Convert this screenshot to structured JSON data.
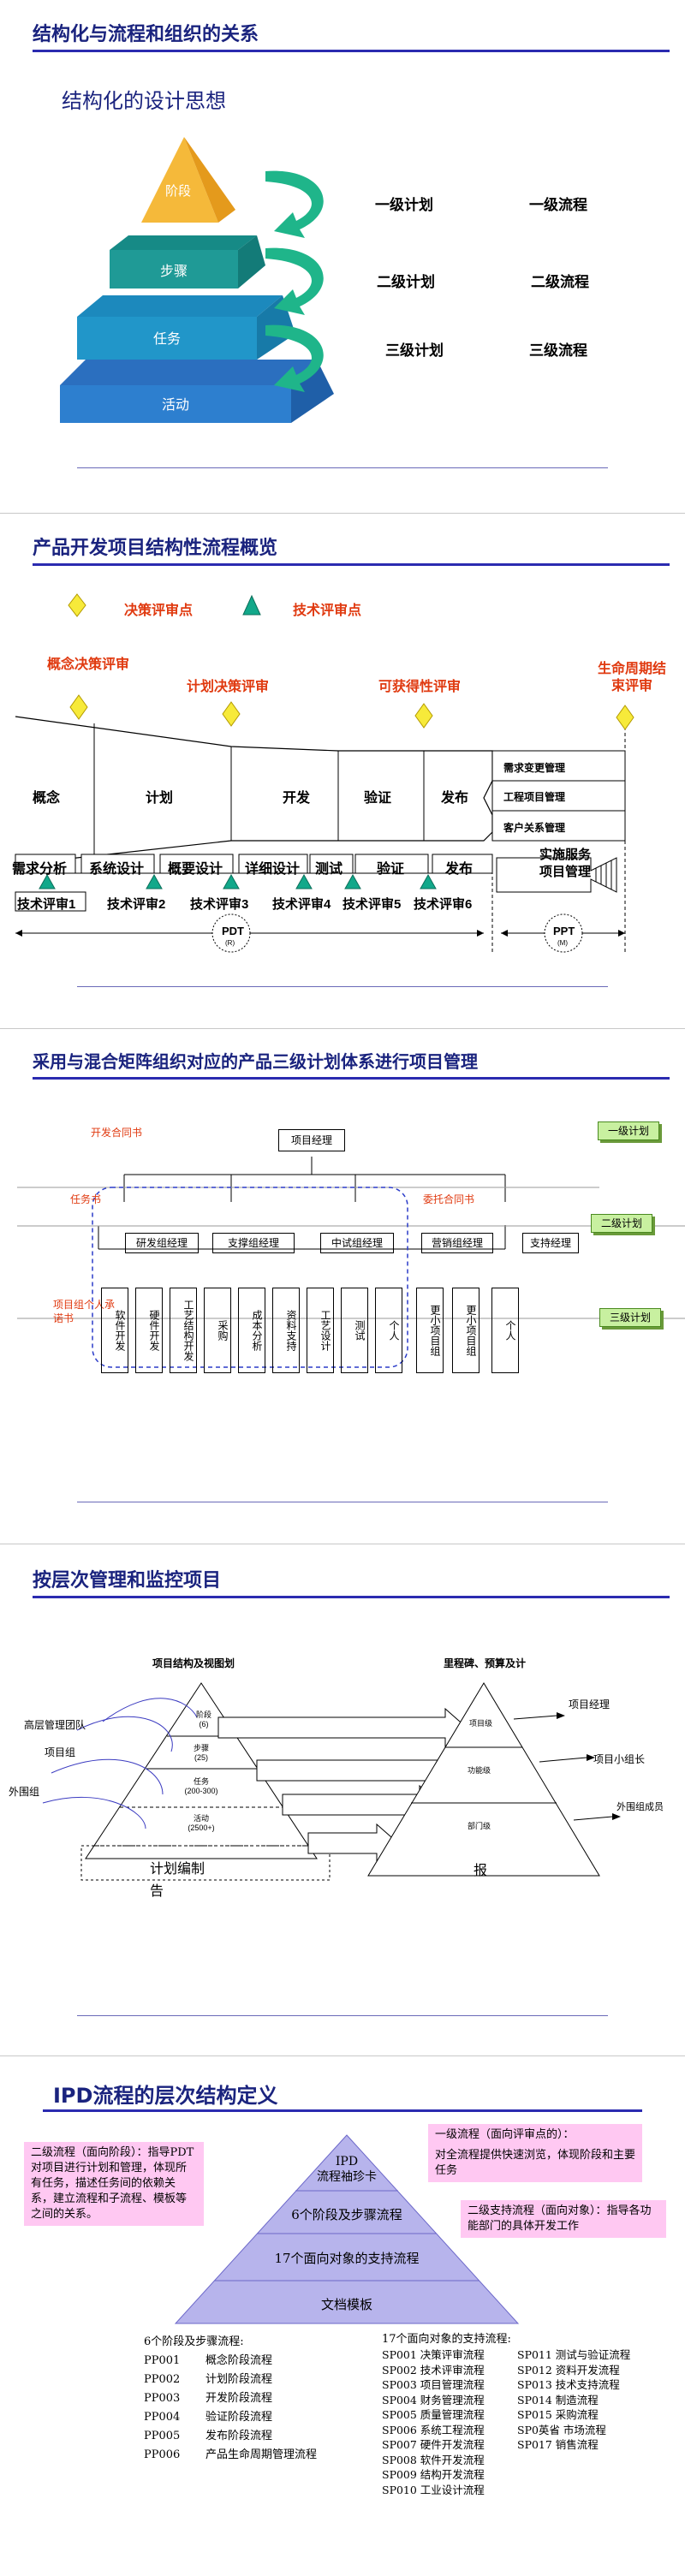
{
  "slide1": {
    "title": "结构化与流程和组织的关系",
    "subtitle": "结构化的设计思想",
    "levels": [
      {
        "label": "阶段",
        "color": "#f5b93a"
      },
      {
        "label": "步骤",
        "color": "#1f9a96"
      },
      {
        "label": "任务",
        "color": "#2196c9"
      },
      {
        "label": "活动",
        "color": "#2d7fcf"
      }
    ],
    "plans": [
      "一级计划",
      "二级计划",
      "三级计划"
    ],
    "flows": [
      "一级流程",
      "二级流程",
      "三级流程"
    ]
  },
  "slide2": {
    "title": "产品开发项目结构性流程概览",
    "legend_decision": "决策评审点",
    "legend_tech": "技术评审点",
    "reviews": [
      "概念决策评审",
      "计划决策评审",
      "可获得性评审",
      "生命周期结束评审"
    ],
    "phases": [
      "概念",
      "计划",
      "开发",
      "验证",
      "发布"
    ],
    "side_items": [
      "需求变更管理",
      "工程项目管理",
      "客户关系管理"
    ],
    "steps": [
      "需求分析",
      "系统设计",
      "概要设计",
      "详细设计",
      "测试",
      "验证",
      "发布"
    ],
    "tech_reviews": [
      "技术评审1",
      "技术评审2",
      "技术评审3",
      "技术评审4",
      "技术评审5",
      "技术评审6"
    ],
    "service": "实施服务\n项目管理",
    "pdt": "PDT",
    "pdt_sub": "(R)",
    "ppt": "PPT",
    "ppt_sub": "(M)"
  },
  "slide3": {
    "title": "采用与混合矩阵组织对应的产品三级计划体系进行项目管理",
    "pm": "项目经理",
    "contract_dev": "开发合同书",
    "task_book": "任务书",
    "contract_entrust": "委托合同书",
    "group_contract": "项目组个人承诺书",
    "managers": [
      "研发组经理",
      "支撑组经理",
      "中试组经理",
      "营销组经理",
      "支持经理"
    ],
    "members": [
      "软件开发",
      "硬件开发",
      "工艺结构开发",
      "采购",
      "成本分析",
      "资料支持",
      "工艺设计",
      "测试",
      "个人",
      "更小项目组",
      "更小项目组",
      "个人"
    ],
    "plans": [
      "一级计划",
      "二级计划",
      "三级计划"
    ]
  },
  "slide4": {
    "title": "按层次管理和监控项目",
    "left_heading": "项目结构及视图划",
    "left_levels": [
      {
        "name": "阶段",
        "count": "(6)"
      },
      {
        "name": "步骤",
        "count": "(25)"
      },
      {
        "name": "任务",
        "count": "(200-300)"
      },
      {
        "name": "活动",
        "count": "(2500+)"
      }
    ],
    "left_roles": [
      "高层管理团队",
      "项目组",
      "外围组"
    ],
    "left_caption": "计划编制\n告",
    "right_heading": "里程碑、预算及计",
    "right_levels": [
      "项目级",
      "功能级",
      "部门级"
    ],
    "right_roles": [
      "项目经理",
      "项目小组长",
      "外围组成员"
    ],
    "right_caption": "报"
  },
  "slide5": {
    "title": "IPD流程的层次结构定义",
    "pyramid": [
      "IPD\n流程袖珍卡",
      "6个阶段及步骤流程",
      "17个面向对象的支持流程",
      "文档模板"
    ],
    "note_left": "二级流程（面向阶段）：指导PDT对项目进行计划和管理，体现所有任务，描述任务间的依赖关系，建立流程和子流程、模板等之间的关系。",
    "note_top_title": "一级流程（面向评审点的）：",
    "note_top_body": "对全流程提供快速浏览，体现阶段和主要任务",
    "note_right": "二级支持流程（面向对象）：指导各功能部门的具体开发工作",
    "list_left_heading": "6个阶段及步骤流程:",
    "list_left": [
      {
        "code": "PP001",
        "name": "概念阶段流程"
      },
      {
        "code": "PP002",
        "name": "计划阶段流程"
      },
      {
        "code": "PP003",
        "name": "开发阶段流程"
      },
      {
        "code": "PP004",
        "name": "验证阶段流程"
      },
      {
        "code": "PP005",
        "name": "发布阶段流程"
      },
      {
        "code": "PP006",
        "name": "产品生命周期管理流程"
      }
    ],
    "list_right_heading": "17个面向对象的支持流程:",
    "list_right": [
      "SP001  决策评审流程",
      "SP011  测试与验证流程",
      "SP002  技术评审流程",
      "SP012  资料开发流程",
      "SP003  项目管理流程",
      "SP013  技术支持流程",
      "SP004  财务管理流程",
      "SP014  制造流程",
      "SP005  质量管理流程",
      "SP015  采购流程",
      "SP006  系统工程流程",
      "SP0英省 市场流程",
      "SP007  硬件开发流程",
      "SP017  销售流程",
      "SP008  软件开发流程",
      "",
      "SP009  结构开发流程",
      "",
      "SP010  工业设计流程",
      ""
    ]
  }
}
